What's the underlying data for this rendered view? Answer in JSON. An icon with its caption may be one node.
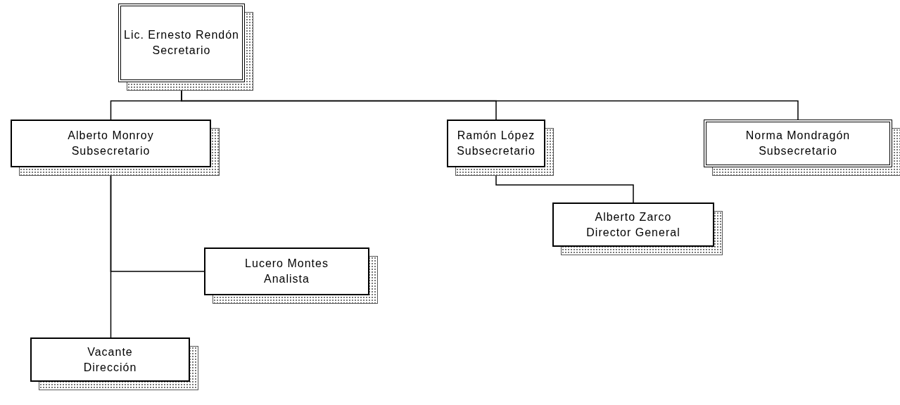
{
  "diagram": {
    "nodes": [
      {
        "text": [
          "Lic. Ernesto Rendón",
          "Secretario"
        ]
      },
      {
        "text": [
          "Alberto Monroy",
          "Subsecretario"
        ]
      },
      {
        "text": [
          "Ramón López",
          "Subsecretario"
        ]
      },
      {
        "text": [
          "Norma Mondragón",
          "Subsecretario"
        ]
      },
      {
        "text": [
          "Alberto Zarco",
          "Director General"
        ]
      },
      {
        "text": [
          "Lucero Montes",
          "Analista"
        ]
      },
      {
        "text": [
          "Vacante",
          "Dirección"
        ]
      }
    ],
    "edges": [
      {
        "from": 0,
        "to": 1,
        "arrow": "none"
      },
      {
        "from": 0,
        "to": 2,
        "arrow": "none"
      },
      {
        "from": 0,
        "to": 3,
        "arrow": "none"
      },
      {
        "from": 2,
        "to": 4,
        "arrow": "none"
      },
      {
        "from": 1,
        "to": 5,
        "arrow": "none"
      },
      {
        "from": 1,
        "to": 6,
        "arrow": "none"
      }
    ]
  }
}
